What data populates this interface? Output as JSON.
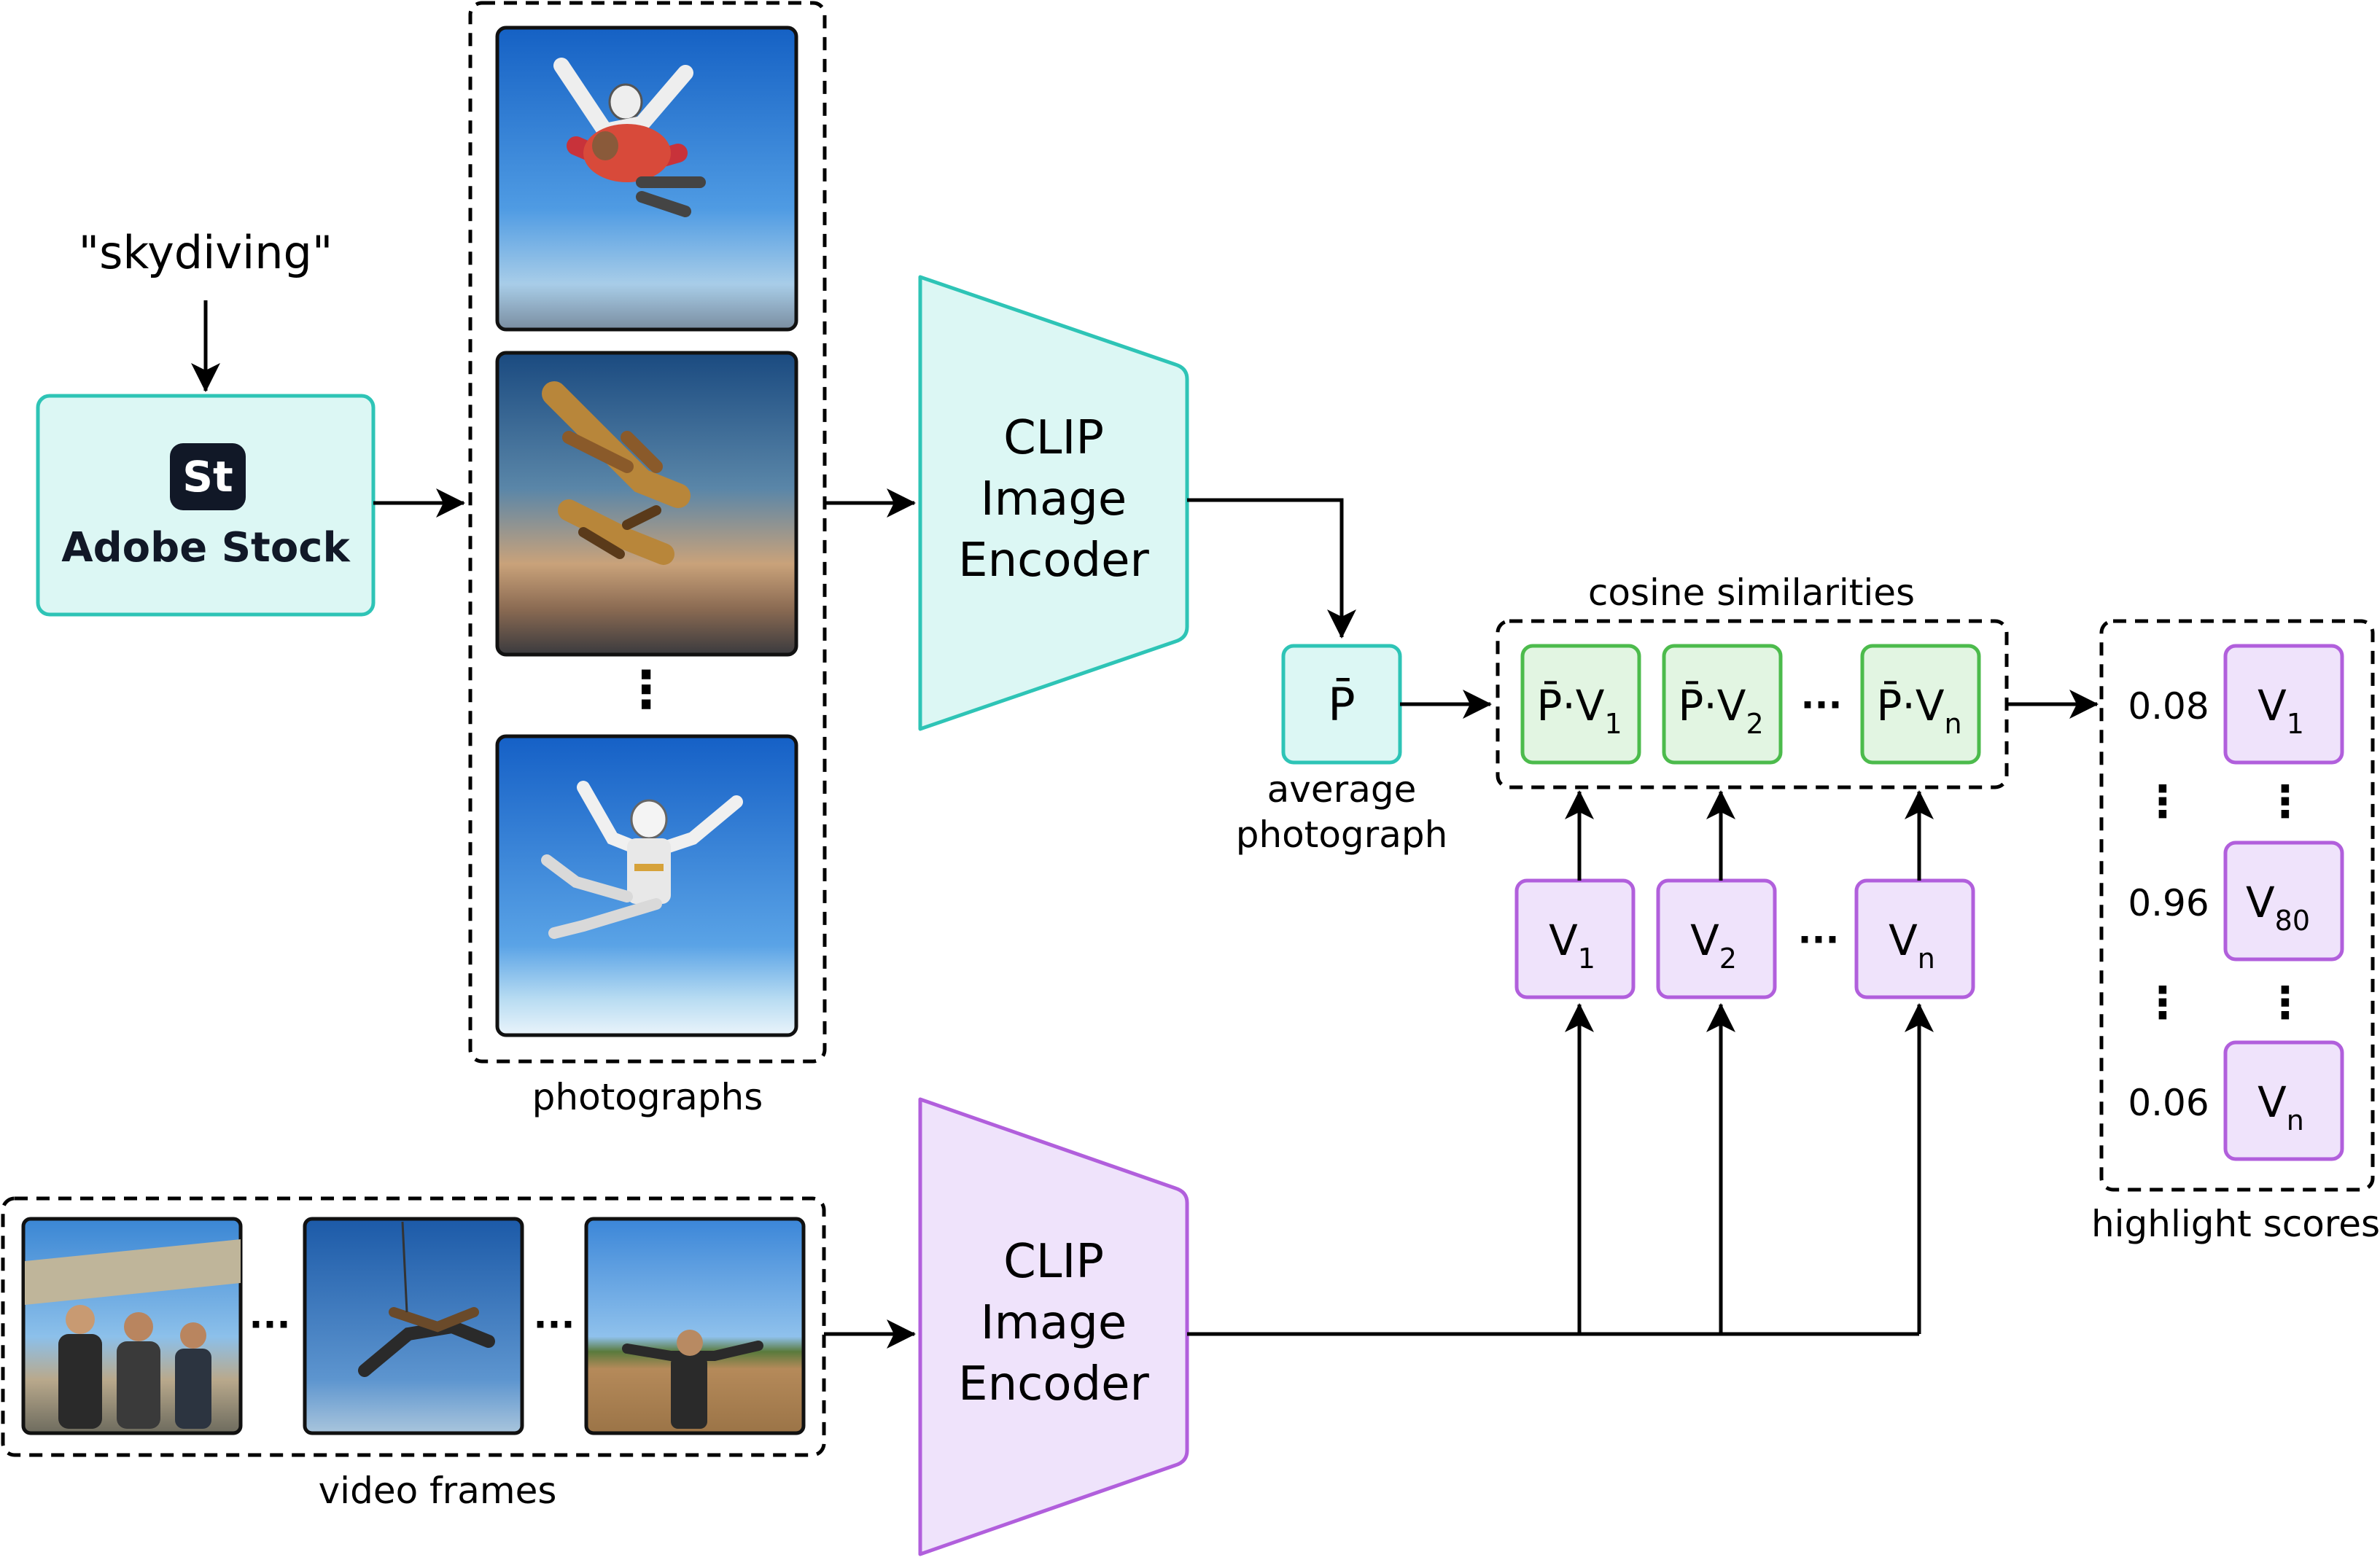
{
  "query": "\"skydiving\"",
  "stock": {
    "logo": "St",
    "name": "Adobe Stock"
  },
  "photographs_label": "photographs",
  "video_frames_label": "video frames",
  "encoder_top": {
    "lines": [
      "CLIP",
      "Image",
      "Encoder"
    ]
  },
  "encoder_bottom": {
    "lines": [
      "CLIP",
      "Image",
      "Encoder"
    ]
  },
  "avg": {
    "symbol": "P̄",
    "label_lines": [
      "average",
      "photograph"
    ]
  },
  "cosine": {
    "label": "cosine similarities",
    "cells": [
      {
        "main": "P̄·V",
        "sub": "1"
      },
      {
        "main": "P̄·V",
        "sub": "2"
      },
      {
        "main": "P̄·V",
        "sub": "n"
      }
    ],
    "ellipsis": "···"
  },
  "v_boxes": [
    {
      "main": "V",
      "sub": "1"
    },
    {
      "main": "V",
      "sub": "2"
    },
    {
      "main": "V",
      "sub": "n"
    }
  ],
  "v_ellipsis": "···",
  "frames_ellipsis": "···",
  "photo_ellipsis": "⋮",
  "highlight": {
    "label": "highlight scores",
    "rows": [
      {
        "score": "0.08",
        "main": "V",
        "sub": "1"
      },
      {
        "score": "0.96",
        "main": "V",
        "sub": "80"
      },
      {
        "score": "0.06",
        "main": "V",
        "sub": "n"
      }
    ],
    "ellipsis": "⋮"
  },
  "colors": {
    "teal_fill": "#dcf7f4",
    "teal_stroke": "#2ec4b6",
    "green_fill": "#e2f5e2",
    "green_stroke": "#4cbb4c",
    "purple_fill": "#efe3fb",
    "purple_stroke": "#b15fdc",
    "logo_bg": "#111827"
  }
}
